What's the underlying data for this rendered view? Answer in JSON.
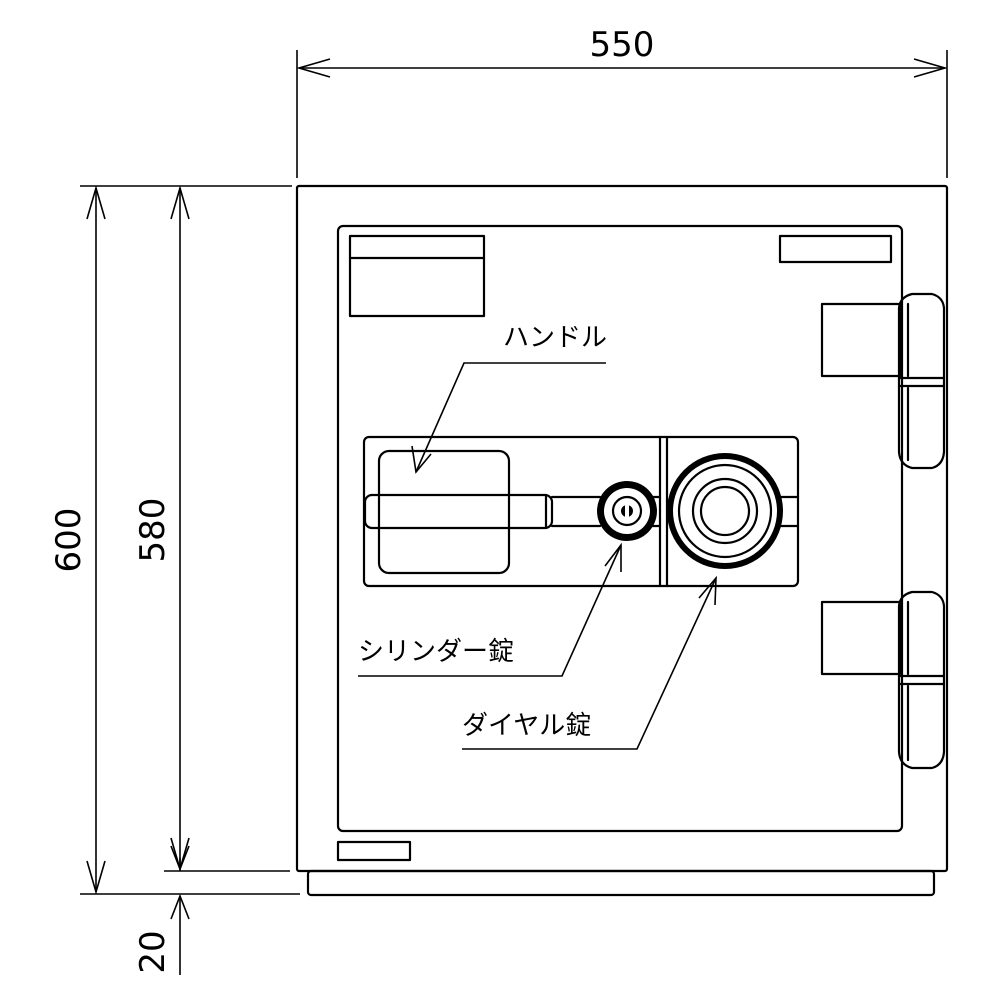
{
  "dimensions": {
    "width": "550",
    "height_total": "600",
    "height_body": "580",
    "base_height": "20"
  },
  "labels": {
    "handle": "ハンドル",
    "cylinder_lock": "シリンダー錠",
    "dial_lock": "ダイヤル錠"
  }
}
